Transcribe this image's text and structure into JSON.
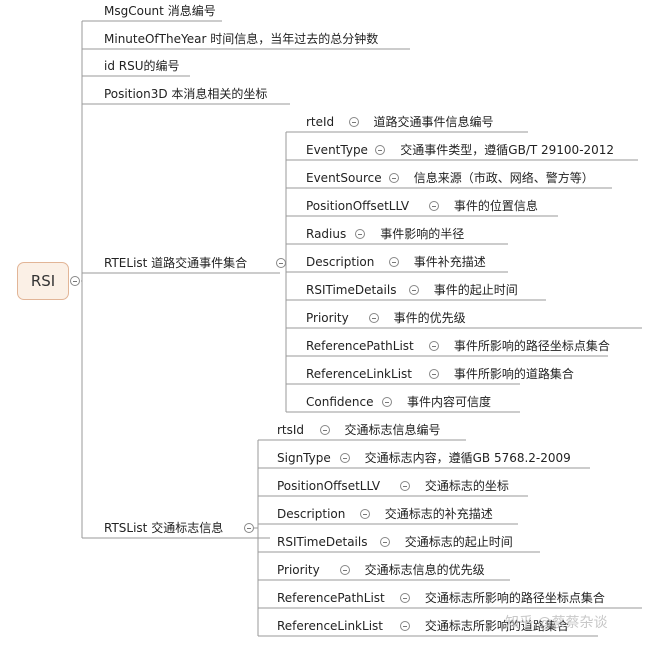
{
  "root": {
    "label": "RSI"
  },
  "level1": [
    {
      "name": "MsgCount",
      "desc": "消息编号"
    },
    {
      "name": "MinuteOfTheYear",
      "desc": "时间信息，当年过去的总分钟数"
    },
    {
      "name": "id",
      "desc": "RSU的编号"
    },
    {
      "name": "Position3D",
      "desc": "本消息相关的坐标"
    },
    {
      "name": "RTEList",
      "desc": "道路交通事件集合"
    },
    {
      "name": "RTSList",
      "desc": "交通标志信息"
    }
  ],
  "rte_children": [
    {
      "name": "rteId",
      "desc": "道路交通事件信息编号"
    },
    {
      "name": "EventType",
      "desc": "交通事件类型，遵循GB/T 29100-2012"
    },
    {
      "name": "EventSource",
      "desc": "信息来源（市政、网络、警方等）"
    },
    {
      "name": "PositionOffsetLLV",
      "desc": "事件的位置信息"
    },
    {
      "name": "Radius",
      "desc": "事件影响的半径"
    },
    {
      "name": "Description",
      "desc": "事件补充描述"
    },
    {
      "name": "RSITimeDetails",
      "desc": "事件的起止时间"
    },
    {
      "name": "Priority",
      "desc": "事件的优先级"
    },
    {
      "name": "ReferencePathList",
      "desc": "事件所影响的路径坐标点集合"
    },
    {
      "name": "ReferenceLinkList",
      "desc": "事件所影响的道路集合"
    },
    {
      "name": "Confidence",
      "desc": "事件内容可信度"
    }
  ],
  "rts_children": [
    {
      "name": "rtsId",
      "desc": "交通标志信息编号"
    },
    {
      "name": "SignType",
      "desc": "交通标志内容，遵循GB 5768.2-2009"
    },
    {
      "name": "PositionOffsetLLV",
      "desc": "交通标志的坐标"
    },
    {
      "name": "Description",
      "desc": "交通标志的补充描述"
    },
    {
      "name": "RSITimeDetails",
      "desc": "交通标志的起止时间"
    },
    {
      "name": "Priority",
      "desc": "交通标志信息的优先级"
    },
    {
      "name": "ReferencePathList",
      "desc": "交通标志所影响的路径坐标点集合"
    },
    {
      "name": "ReferenceLinkList",
      "desc": "交通标志所影响的道路集合"
    }
  ],
  "watermark": "知乎 @蔡蔡杂谈",
  "colors": {
    "root_border": "#e2b597",
    "root_fill": "#fbf0e6",
    "line": "#9a9a9a"
  }
}
